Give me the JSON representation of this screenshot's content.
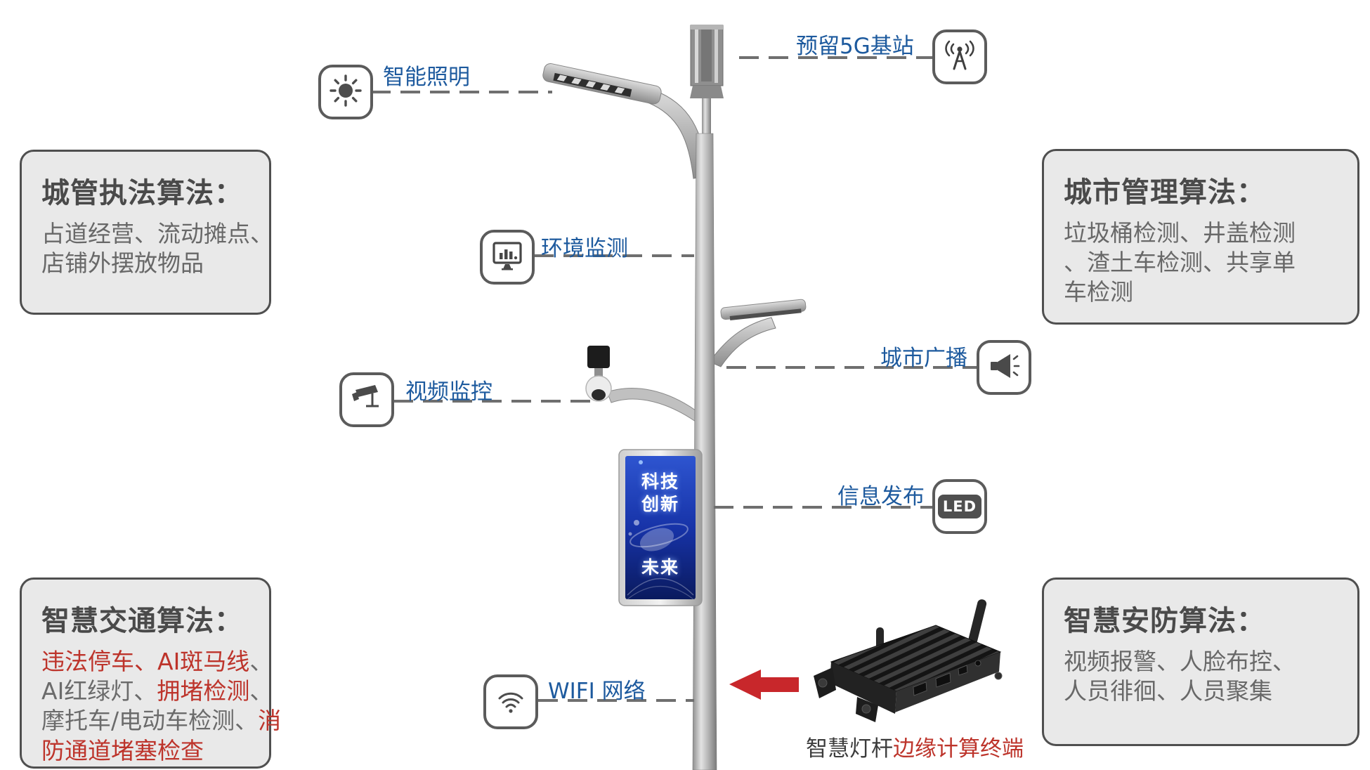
{
  "colors": {
    "label_blue": "#1d5a9e",
    "red_text": "#bd342b",
    "gray_text": "#6b6b6b",
    "box_bg": "#e9e9e9",
    "box_border": "#4f4f4f",
    "arrow_red": "#c8272b",
    "dash_gray": "#6f6f6f"
  },
  "callouts": {
    "lighting": {
      "label": "智能照明",
      "icon": "sun-icon"
    },
    "station5g": {
      "label": "预留5G基站",
      "icon": "antenna-icon"
    },
    "environment": {
      "label": "环境监测",
      "icon": "monitor-chart-icon"
    },
    "video": {
      "label": "视频监控",
      "icon": "cctv-icon"
    },
    "broadcast": {
      "label": "城市广播",
      "icon": "speaker-icon"
    },
    "info": {
      "label": "信息发布",
      "icon": "led-icon",
      "badge": "LED"
    },
    "wifi": {
      "label": "WIFI 网络",
      "icon": "wifi-icon"
    }
  },
  "boxes": {
    "enforcement": {
      "title": "城管执法算法：",
      "lines": [
        "占道经营、流动摊点、",
        "店铺外摆放物品"
      ]
    },
    "city_mgmt": {
      "title": "城市管理算法：",
      "lines": [
        "垃圾桶检测、井盖检测",
        "、渣土车检测、共享单",
        "车检测"
      ]
    },
    "traffic": {
      "title": "智慧交通算法：",
      "lines": [
        [
          {
            "text": "违法停车、",
            "color": "#bd342b"
          },
          {
            "text": "AI斑马线",
            "color": "#bd342b"
          },
          {
            "text": "、",
            "color": "#6b6b6b"
          }
        ],
        [
          {
            "text": "AI红绿灯、",
            "color": "#6b6b6b"
          },
          {
            "text": "拥堵检测",
            "color": "#bd342b"
          },
          {
            "text": "、",
            "color": "#6b6b6b"
          }
        ],
        [
          {
            "text": "摩托车/电动车检测、",
            "color": "#6b6b6b"
          },
          {
            "text": "消",
            "color": "#bd342b"
          }
        ],
        [
          {
            "text": "防通道堵塞检查",
            "color": "#bd342b"
          }
        ]
      ]
    },
    "security": {
      "title": "智慧安防算法：",
      "lines": [
        "视频报警、人脸布控、",
        "人员徘徊、人员聚集"
      ]
    }
  },
  "pole_screen": {
    "line1": "科技",
    "line2": "创新",
    "line3": "未来"
  },
  "device_label": {
    "segments": [
      {
        "text": "智慧灯杆",
        "color": "#3c3c3c"
      },
      {
        "text": "边缘计算终端",
        "color": "#bd342b"
      }
    ]
  }
}
